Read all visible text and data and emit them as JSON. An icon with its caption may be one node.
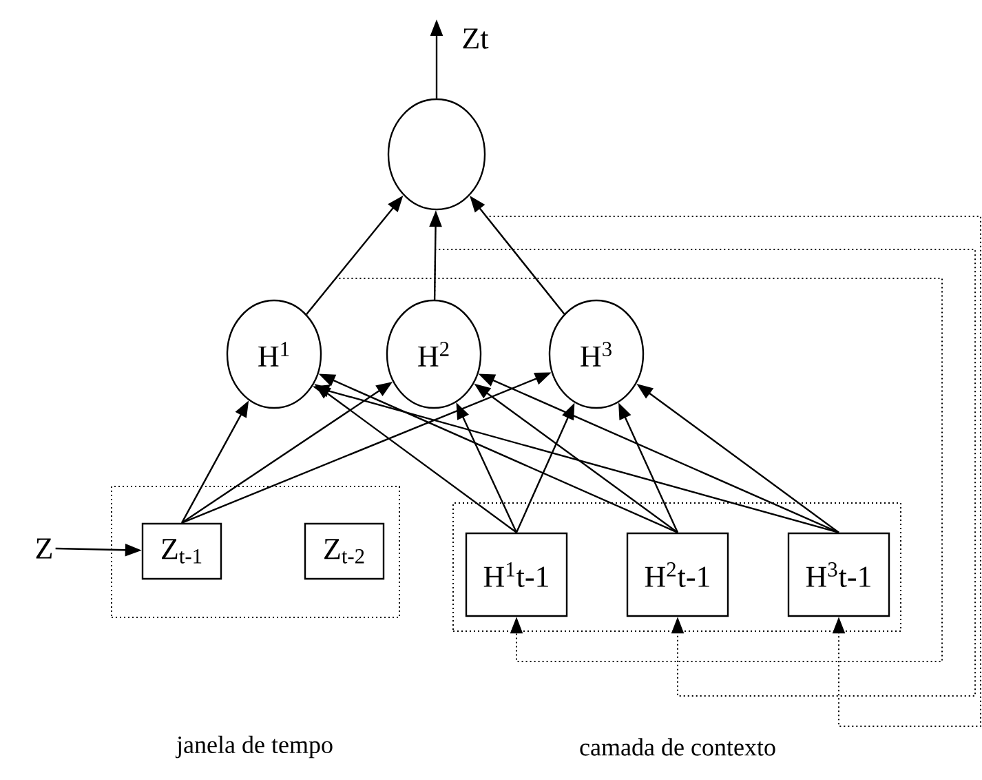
{
  "diagram": {
    "nodes": [
      {
        "text": [],
        "shape": "circle"
      },
      {
        "text": [
          "H$^{1}$"
        ]
      },
      {
        "text": [
          "H$^{2}$"
        ]
      },
      {
        "text": [
          "H$^{3}$"
        ]
      },
      {
        "text": [
          "Z"
        ]
      },
      {
        "text": [],
        "shape": "box"
      },
      {
        "text": [
          "Z$_{t-1}$"
        ],
        "in": 5
      },
      {
        "text": [
          "Z$_{t-2}$"
        ],
        "in": 5
      },
      {
        "text": [],
        "shape": "box"
      },
      {
        "text": [
          "H$^{1}$t-1"
        ],
        "in": 8
      },
      {
        "text": [
          "H$^{2}$t-1"
        ],
        "in": 8
      },
      {
        "text": [
          "H$^{3}$t-1"
        ],
        "in": 8
      }
    ],
    "edges": [
      {
        "from": 0,
        "to": null,
        "arrow": "to",
        "label": "Zt"
      },
      {
        "from": 1,
        "to": 0,
        "arrow": "to"
      },
      {
        "from": 2,
        "to": 0,
        "arrow": "to"
      },
      {
        "from": 3,
        "to": 0,
        "arrow": "to"
      },
      {
        "from": 4,
        "to": 6,
        "arrow": "to"
      },
      {
        "from": 6,
        "to": 1,
        "arrow": "to"
      },
      {
        "from": 6,
        "to": 2,
        "arrow": "to"
      },
      {
        "from": 6,
        "to": 3,
        "arrow": "to"
      },
      {
        "from": 9,
        "to": 1,
        "arrow": "to"
      },
      {
        "from": 9,
        "to": 2,
        "arrow": "to"
      },
      {
        "from": 9,
        "to": 3,
        "arrow": "to"
      },
      {
        "from": 10,
        "to": 1,
        "arrow": "to"
      },
      {
        "from": 10,
        "to": 2,
        "arrow": "to"
      },
      {
        "from": 10,
        "to": 3,
        "arrow": "to"
      },
      {
        "from": 11,
        "to": 1,
        "arrow": "to"
      },
      {
        "from": 11,
        "to": 2,
        "arrow": "to"
      },
      {
        "from": 11,
        "to": 3,
        "arrow": "to"
      },
      {
        "from": 1,
        "to": 9,
        "arrow": "to",
        "style": "dashed"
      },
      {
        "from": 2,
        "to": 10,
        "arrow": "to",
        "style": "dashed"
      },
      {
        "from": 3,
        "to": 11,
        "arrow": "to",
        "style": "dashed"
      }
    ],
    "labels": [
      "janela de tempo",
      "camada de contexto"
    ]
  }
}
